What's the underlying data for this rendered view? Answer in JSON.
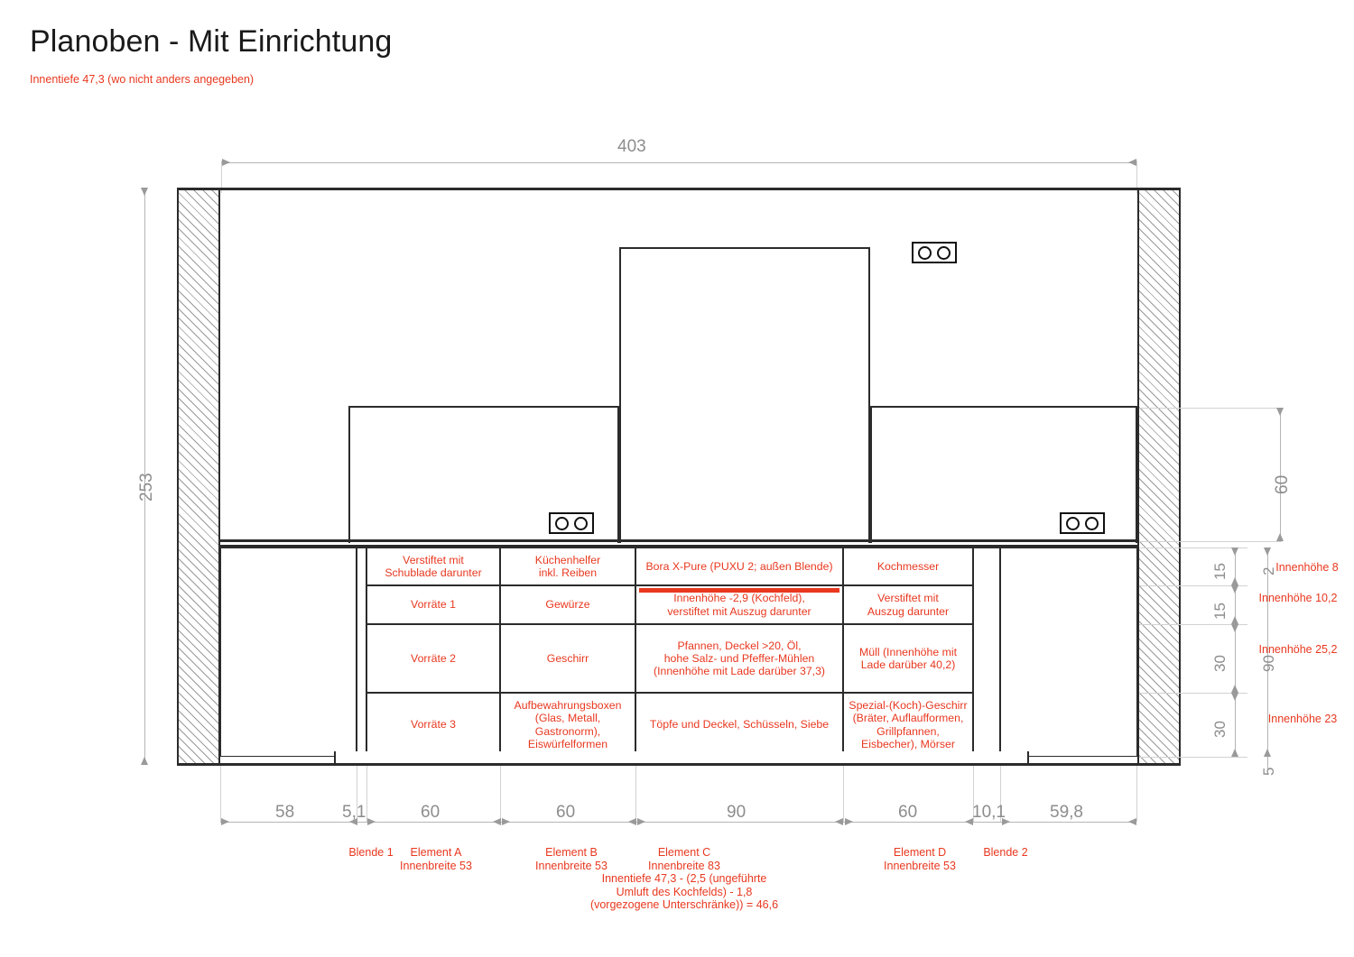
{
  "header": {
    "title": "Planoben - Mit Einrichtung",
    "subtitle": "Innentiefe 47,3 (wo nicht anders angegeben)"
  },
  "dimensions": {
    "top_overall": "403",
    "left_overall": "253",
    "right_upper": "60",
    "right_chain": [
      "15",
      "15",
      "30",
      "30"
    ],
    "right_outer_top": "2",
    "right_outer_mid": "90",
    "right_outer_bottom": "5",
    "bottom_chain": [
      "58",
      "5,1",
      "60",
      "60",
      "90",
      "60",
      "10,1",
      "59,8"
    ]
  },
  "innenhoehe_labels": [
    "Innenhöhe 8",
    "Innenhöhe 10,2",
    "Innenhöhe 25,2",
    "Innenhöhe 23"
  ],
  "cabinet_grid": {
    "rows": [
      [
        "Verstiftet mit\nSchublade darunter",
        "Küchenhelfer\ninkl. Reiben",
        "Bora X-Pure (PUXU 2; außen Blende)",
        "Kochmesser"
      ],
      [
        "Vorräte 1",
        "Gewürze",
        "Innenhöhe -2,9 (Kochfeld),\nverstiftet mit Auszug darunter",
        "Verstiftet mit\nAuszug darunter"
      ],
      [
        "Vorräte 2",
        "Geschirr",
        "Pfannen, Deckel >20, Öl,\nhohe Salz- und Pfeffer-Mühlen\n(Innenhöhe mit Lade darüber 37,3)",
        "Müll (Innenhöhe mit\nLade darüber 40,2)"
      ],
      [
        "Vorräte 3",
        "Aufbewahrungsboxen\n(Glas, Metall,\nGastronorm),\nEiswürfelformen",
        "Töpfe und Deckel, Schüsseln, Siebe",
        "Spezial-(Koch)-Geschirr\n(Bräter, Auflaufformen,\nGrillpfannen,\nEisbecher), Mörser"
      ]
    ]
  },
  "element_labels": {
    "blende1": "Blende 1",
    "element_a": "Element A\nInnenbreite 53",
    "element_b": "Element B\nInnenbreite 53",
    "element_c": "Element C\nInnenbreite 83\nInnentiefe 47,3 - (2,5 (ungeführte\nUmluft des Kochfelds) - 1,8\n(vorgezogene Unterschränke)) = 46,6",
    "element_d": "Element D\nInnenbreite 53",
    "blende2": "Blende 2"
  },
  "colors": {
    "annotation": "#e8381f",
    "line": "#2b2b2b",
    "dimension": "#8d8d8d"
  }
}
